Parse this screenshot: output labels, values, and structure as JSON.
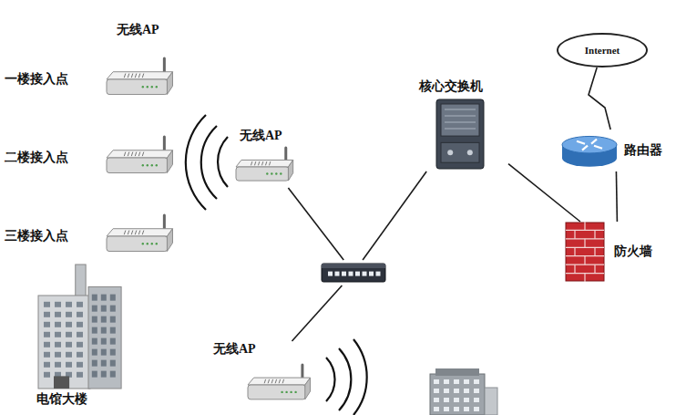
{
  "diagram": {
    "nodes": [
      {
        "text": [
          "一楼接入点"
        ]
      },
      {
        "text": [
          "二楼接入点"
        ]
      },
      {
        "text": [
          "三楼接入点"
        ]
      },
      {
        "text": [
          "无线AP"
        ]
      },
      {
        "text": []
      },
      {
        "text": [
          "核心交换机"
        ]
      },
      {
        "text": [
          "Internet"
        ]
      },
      {
        "text": [
          "路由器"
        ]
      },
      {
        "text": [
          "防火墙"
        ]
      },
      {
        "text": [
          "无线AP"
        ]
      },
      {
        "text": [
          "电馆大楼"
        ]
      }
    ],
    "edges": [
      {
        "from": 4,
        "to": 3,
        "arrow": "none"
      },
      {
        "from": 4,
        "to": 5,
        "arrow": "none"
      },
      {
        "from": 4,
        "to": 9,
        "arrow": "none"
      },
      {
        "from": 5,
        "to": 8,
        "arrow": "none"
      },
      {
        "from": 8,
        "to": 7,
        "arrow": "none"
      },
      {
        "from": 7,
        "to": 6,
        "arrow": "none"
      }
    ],
    "labels": [
      "无线AP"
    ]
  }
}
